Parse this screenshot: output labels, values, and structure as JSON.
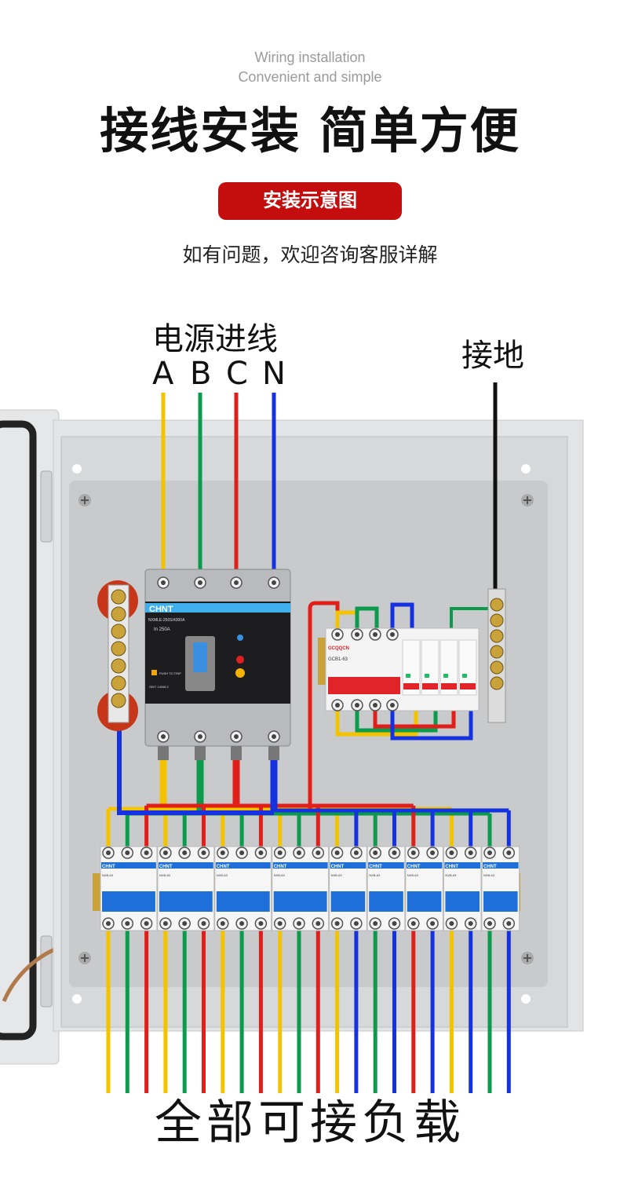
{
  "header": {
    "subtitle_line1": "Wiring installation",
    "subtitle_line2": "Convenient and simple",
    "title": "接线安装 简单方便",
    "badge": "安装示意图",
    "contact_note": "如有问题，欢迎咨询客服详解"
  },
  "labels": {
    "power_input": "电源进线",
    "phases": [
      "A",
      "B",
      "C",
      "N"
    ],
    "ground": "接地",
    "all_loads": "全部可接负载"
  },
  "colors": {
    "accent_red": "#c40d0d",
    "wire_yellow": "#f4c300",
    "wire_green": "#0c9a4c",
    "wire_red": "#e01e1a",
    "wire_blue": "#1532e0",
    "wire_ground": "#111111",
    "breaker_blue": "#1e6fd9",
    "rcd_red": "#e0242a"
  },
  "main_breaker": {
    "brand": "CHNT",
    "model": "NXMLE-250S/4300A",
    "rating": "In 250A",
    "push_label": "PUSH TO TRIP",
    "std": "GB/T 14048.2"
  },
  "rcd_module": {
    "brand": "GCQQCN",
    "model": "GCB1-63",
    "spd_count": 4
  },
  "distribution": {
    "brand": "CHNT",
    "model": "NXB-63",
    "breakers": [
      [
        "yellow",
        "green",
        "red"
      ],
      [
        "yellow",
        "green",
        "red"
      ],
      [
        "yellow",
        "green",
        "red"
      ],
      [
        "yellow",
        "green",
        "red"
      ],
      [
        "yellow",
        "blue"
      ],
      [
        "green",
        "blue"
      ],
      [
        "red",
        "blue"
      ],
      [
        "yellow",
        "blue"
      ],
      [
        "green",
        "blue"
      ]
    ]
  }
}
